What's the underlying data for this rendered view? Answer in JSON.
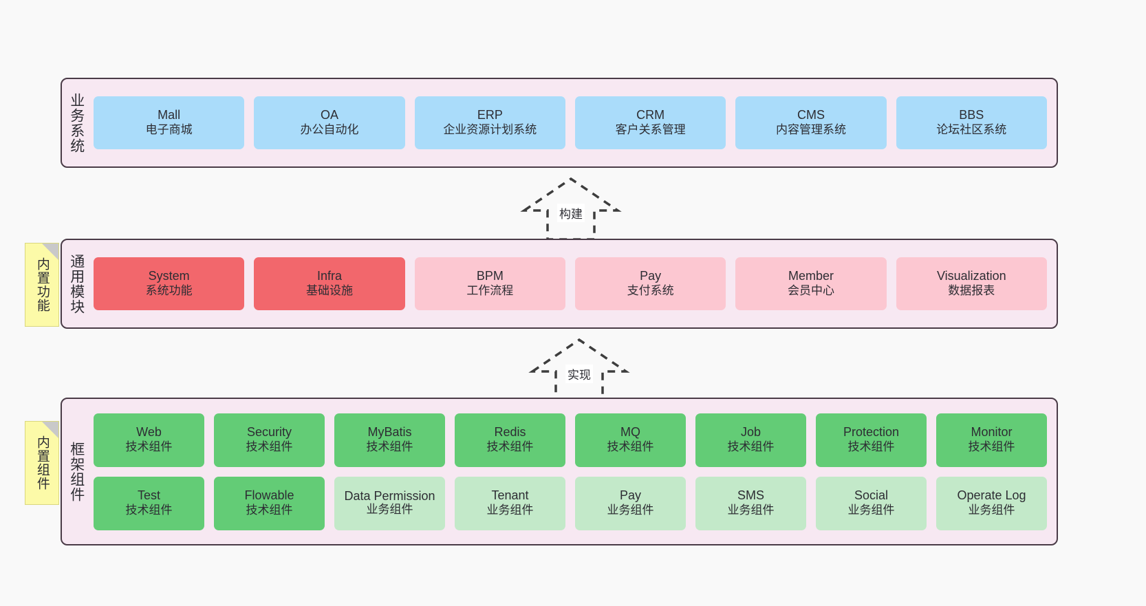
{
  "diagram": {
    "background_color": "#f9f9f9",
    "panel_color": "#f7e8f2",
    "panel_border_color": "#4a3b47",
    "note_color": "#fcfaa8"
  },
  "layers": [
    {
      "id": "business-systems",
      "title": "业务系统",
      "note": null,
      "rows": [
        {
          "cards": [
            {
              "en": "Mall",
              "cn": "电子商城",
              "color": "#aadcfa",
              "style": "c-blue"
            },
            {
              "en": "OA",
              "cn": "办公自动化",
              "color": "#aadcfa",
              "style": "c-blue"
            },
            {
              "en": "ERP",
              "cn": "企业资源计划系统",
              "color": "#aadcfa",
              "style": "c-blue"
            },
            {
              "en": "CRM",
              "cn": "客户关系管理",
              "color": "#aadcfa",
              "style": "c-blue"
            },
            {
              "en": "CMS",
              "cn": "内容管理系统",
              "color": "#aadcfa",
              "style": "c-blue"
            },
            {
              "en": "BBS",
              "cn": "论坛社区系统",
              "color": "#aadcfa",
              "style": "c-blue"
            }
          ]
        }
      ]
    },
    {
      "id": "common-modules",
      "title": "通用模块",
      "note": "内置功能",
      "rows": [
        {
          "cards": [
            {
              "en": "System",
              "cn": "系统功能",
              "color": "#f2676c",
              "style": "c-red"
            },
            {
              "en": "Infra",
              "cn": "基础设施",
              "color": "#f2676c",
              "style": "c-red"
            },
            {
              "en": "BPM",
              "cn": "工作流程",
              "color": "#fcc7d1",
              "style": "c-pink"
            },
            {
              "en": "Pay",
              "cn": "支付系统",
              "color": "#fcc7d1",
              "style": "c-pink"
            },
            {
              "en": "Member",
              "cn": "会员中心",
              "color": "#fcc7d1",
              "style": "c-pink"
            },
            {
              "en": "Visualization",
              "cn": "数据报表",
              "color": "#fcc7d1",
              "style": "c-pink"
            }
          ]
        }
      ]
    },
    {
      "id": "framework-components",
      "title": "框架组件",
      "note": "内置组件",
      "rows": [
        {
          "cards": [
            {
              "en": "Web",
              "cn": "技术组件",
              "color": "#63cc76",
              "style": "c-green"
            },
            {
              "en": "Security",
              "cn": "技术组件",
              "color": "#63cc76",
              "style": "c-green"
            },
            {
              "en": "MyBatis",
              "cn": "技术组件",
              "color": "#63cc76",
              "style": "c-green"
            },
            {
              "en": "Redis",
              "cn": "技术组件",
              "color": "#63cc76",
              "style": "c-green"
            },
            {
              "en": "MQ",
              "cn": "技术组件",
              "color": "#63cc76",
              "style": "c-green"
            },
            {
              "en": "Job",
              "cn": "技术组件",
              "color": "#63cc76",
              "style": "c-green"
            },
            {
              "en": "Protection",
              "cn": "技术组件",
              "color": "#63cc76",
              "style": "c-green"
            },
            {
              "en": "Monitor",
              "cn": "技术组件",
              "color": "#63cc76",
              "style": "c-green"
            }
          ]
        },
        {
          "cards": [
            {
              "en": "Test",
              "cn": "技术组件",
              "color": "#63cc76",
              "style": "c-green"
            },
            {
              "en": "Flowable",
              "cn": "技术组件",
              "color": "#63cc76",
              "style": "c-green"
            },
            {
              "en": "Data Permission",
              "cn": "业务组件",
              "color": "#c3e9c9",
              "style": "c-green-light"
            },
            {
              "en": "Tenant",
              "cn": "业务组件",
              "color": "#c3e9c9",
              "style": "c-green-light"
            },
            {
              "en": "Pay",
              "cn": "业务组件",
              "color": "#c3e9c9",
              "style": "c-green-light"
            },
            {
              "en": "SMS",
              "cn": "业务组件",
              "color": "#c3e9c9",
              "style": "c-green-light"
            },
            {
              "en": "Social",
              "cn": "业务组件",
              "color": "#c3e9c9",
              "style": "c-green-light"
            },
            {
              "en": "Operate Log",
              "cn": "业务组件",
              "color": "#c3e9c9",
              "style": "c-green-light"
            }
          ]
        }
      ]
    }
  ],
  "connectors": [
    {
      "id": "build",
      "label": "构建",
      "direction": "up"
    },
    {
      "id": "implement",
      "label": "实现",
      "direction": "up"
    }
  ]
}
